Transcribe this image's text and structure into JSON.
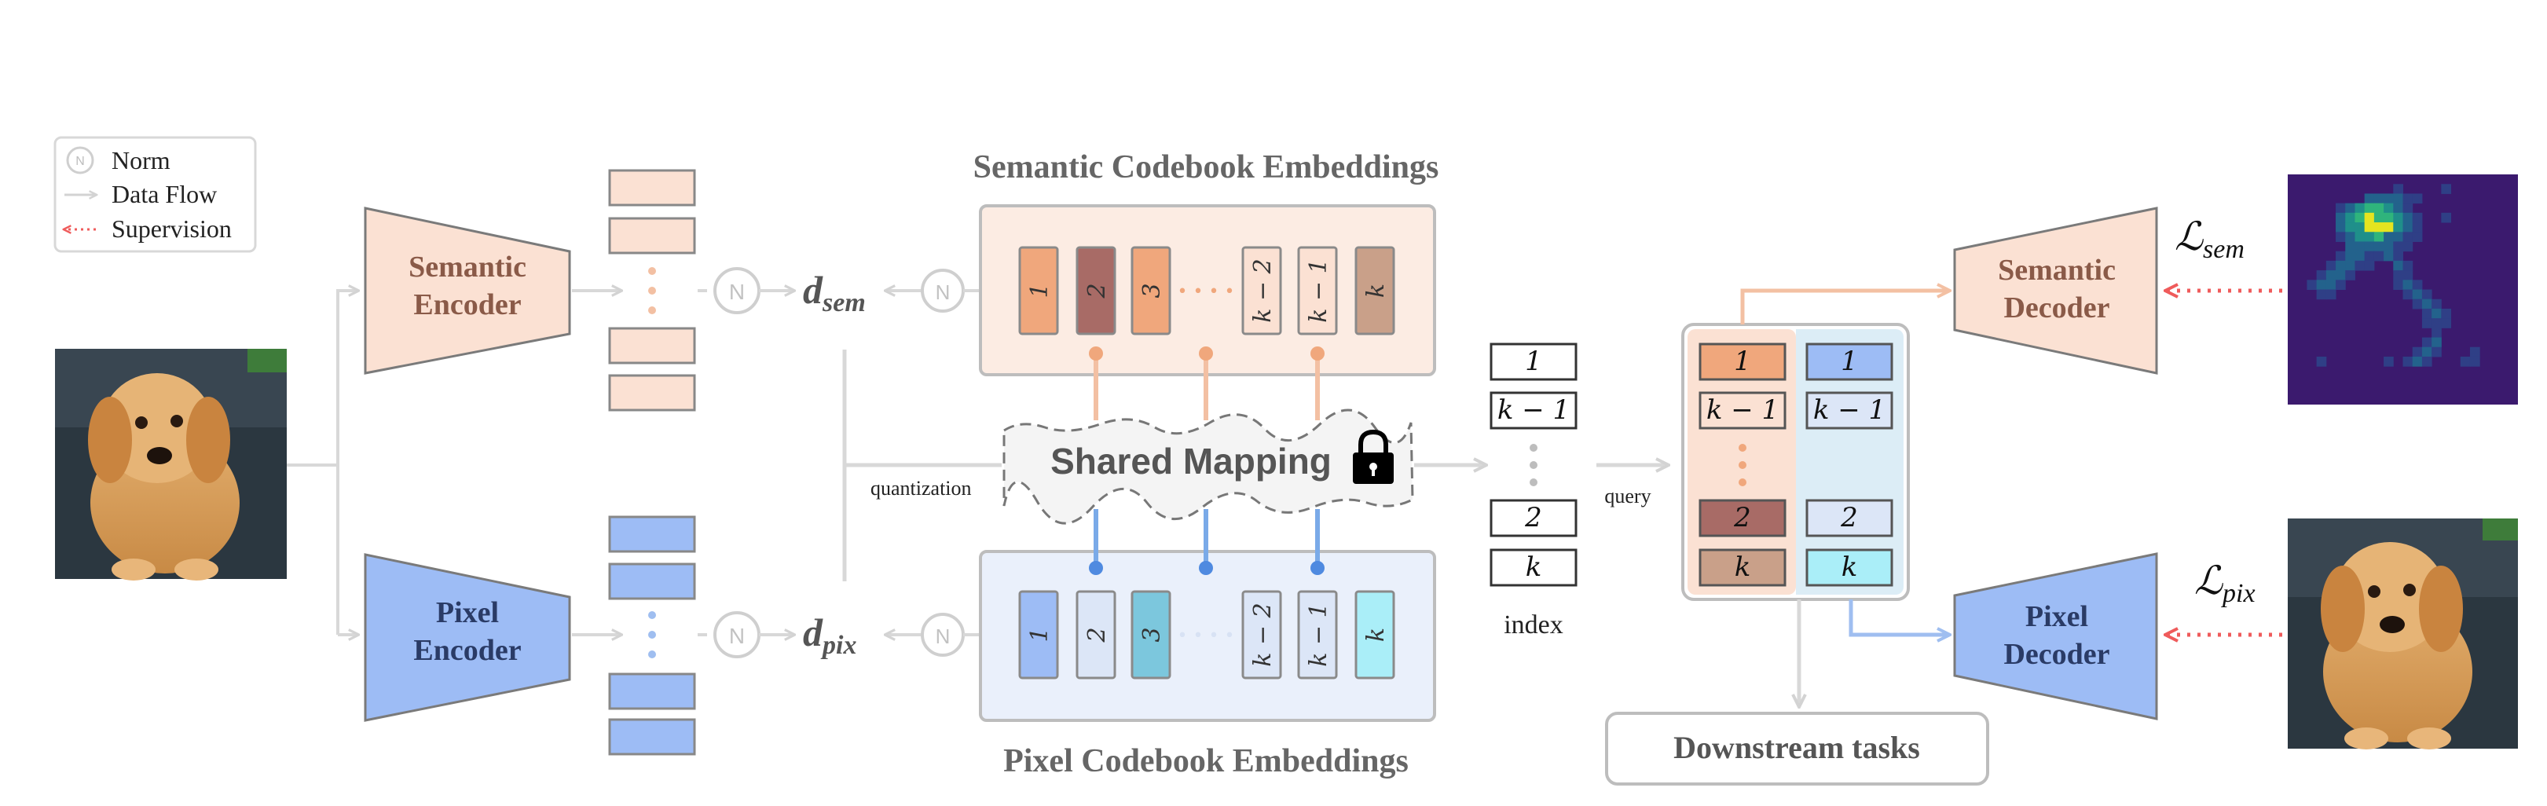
{
  "legend": {
    "norm_symbol": "N",
    "norm_label": "Norm",
    "dataflow_label": "Data Flow",
    "supervision_label": "Supervision"
  },
  "encoders": {
    "semantic": [
      "Semantic",
      "Encoder"
    ],
    "pixel": [
      "Pixel",
      "Encoder"
    ]
  },
  "decoders": {
    "semantic": [
      "Semantic",
      "Decoder"
    ],
    "pixel": [
      "Pixel",
      "Decoder"
    ]
  },
  "d_sem": {
    "base": "d",
    "sub": "sem"
  },
  "d_pix": {
    "base": "d",
    "sub": "pix"
  },
  "codebooks": {
    "semantic_title": "Semantic Codebook Embeddings",
    "pixel_title": "Pixel Codebook Embeddings",
    "entries": [
      "1",
      "2",
      "3",
      "k − 2",
      "k − 1",
      "k"
    ],
    "dots": "• • • •"
  },
  "shared_mapping": "Shared Mapping",
  "quantization_label": "quantization",
  "index": {
    "label": "index",
    "entries": [
      "1",
      "k − 1",
      "2",
      "k"
    ]
  },
  "query_label": "query",
  "query_table": {
    "rows": [
      "1",
      "k − 1",
      "2",
      "k"
    ]
  },
  "downstream_label": "Downstream tasks",
  "loss_sem": {
    "base": "ℒ",
    "sub": "sem"
  },
  "loss_pix": {
    "base": "ℒ",
    "sub": "pix"
  },
  "colors": {
    "sem_light": "#fbe1d3",
    "sem_mid": "#f0a77c",
    "sem_dark": "#a86b66",
    "sem_tan": "#c9a089",
    "pix_light": "#dce6f7",
    "pix_mid": "#9dbcf5",
    "pix_teal": "#7cc7dd",
    "pix_cyan": "#aaeef8",
    "arrow_gray": "#d3d3d3",
    "supervision_red": "#ef5b5b"
  }
}
